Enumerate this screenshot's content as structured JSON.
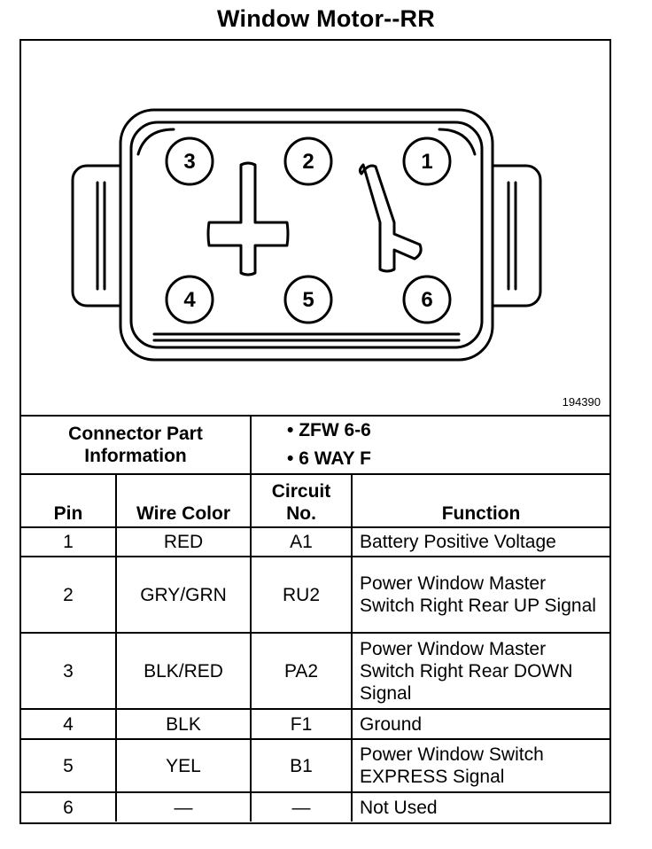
{
  "title": "Window Motor--RR",
  "figure_number": "194390",
  "connector_pins": [
    {
      "label": "3"
    },
    {
      "label": "2"
    },
    {
      "label": "1"
    },
    {
      "label": "4"
    },
    {
      "label": "5"
    },
    {
      "label": "6"
    }
  ],
  "connector_info": {
    "label": "Connector Part Information",
    "items": [
      "• ZFW 6-6",
      "• 6 WAY F"
    ]
  },
  "table": {
    "headers": {
      "pin": "Pin",
      "wire_color": "Wire Color",
      "circuit": "Circuit No.",
      "function": "Function"
    },
    "rows": [
      {
        "pin": "1",
        "wire": "RED",
        "circuit": "A1",
        "function": "Battery Positive Voltage"
      },
      {
        "pin": "2",
        "wire": "GRY/GRN",
        "circuit": "RU2",
        "function": "Power Window Master Switch Right Rear UP Signal"
      },
      {
        "pin": "3",
        "wire": "BLK/RED",
        "circuit": "PA2",
        "function": "Power Window Master Switch Right Rear DOWN Signal"
      },
      {
        "pin": "4",
        "wire": "BLK",
        "circuit": "F1",
        "function": "Ground"
      },
      {
        "pin": "5",
        "wire": "YEL",
        "circuit": "B1",
        "function": "Power Window Switch EXPRESS Signal"
      },
      {
        "pin": "6",
        "wire": "—",
        "circuit": "—",
        "function": "Not Used"
      }
    ]
  }
}
